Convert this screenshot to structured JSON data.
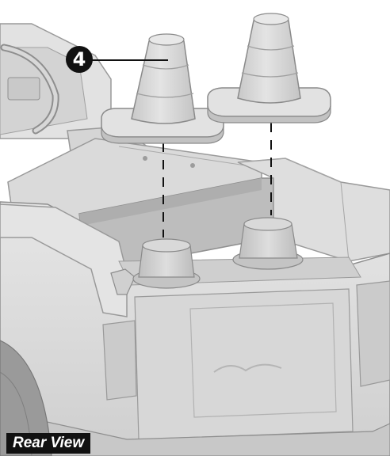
{
  "callout": {
    "number": "4"
  },
  "view_label": "Rear View",
  "colors": {
    "vehicle_body": "#dcdcdc",
    "vehicle_shadow": "#bdbdbd",
    "cone": "#d6d6d6",
    "outline": "#8a8a8a",
    "label_bg": "#111111",
    "label_text": "#ffffff"
  },
  "parts": [
    "traffic-cone-left",
    "traffic-cone-right",
    "cone-mount-peg-left",
    "cone-mount-peg-right"
  ]
}
